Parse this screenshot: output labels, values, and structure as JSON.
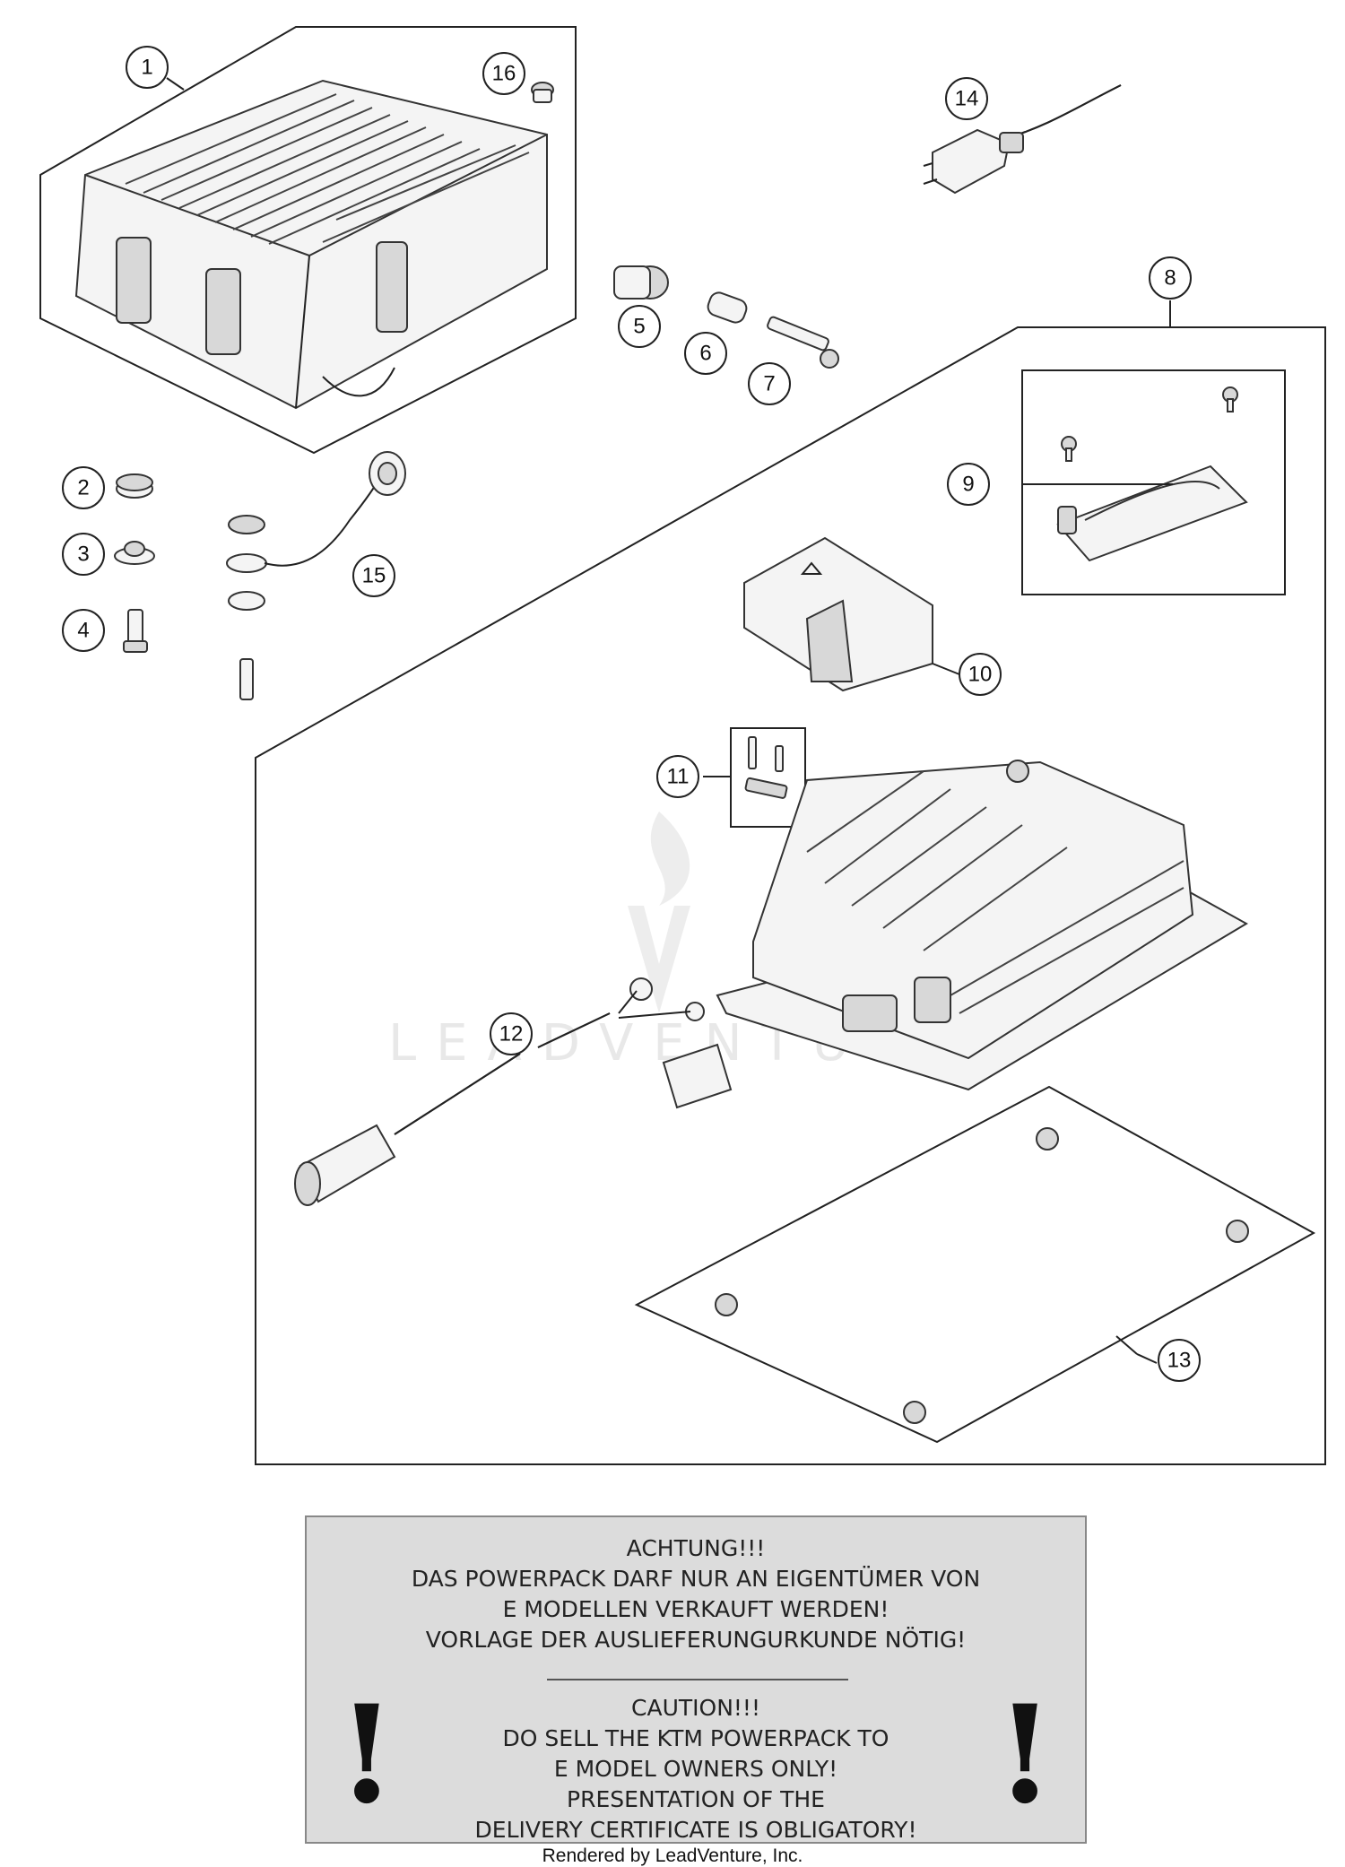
{
  "callouts": [
    "1",
    "2",
    "3",
    "4",
    "5",
    "6",
    "7",
    "8",
    "9",
    "10",
    "11",
    "12",
    "13",
    "14",
    "15",
    "16"
  ],
  "watermark": {
    "text": "LEADVENTURE"
  },
  "warning": {
    "german": [
      "ACHTUNG!!!",
      "DAS POWERPACK DARF NUR AN EIGENTÜMER VON",
      "E MODELLEN VERKAUFT WERDEN!",
      "VORLAGE DER AUSLIEFERUNGURKUNDE NÖTIG!"
    ],
    "english": [
      "CAUTION!!!",
      "DO SELL THE KTM POWERPACK TO",
      "E MODEL OWNERS ONLY!",
      "PRESENTATION OF THE",
      "DELIVERY CERTIFICATE IS OBLIGATORY!"
    ],
    "mark": "!"
  },
  "footer": {
    "credit": "Rendered by LeadVenture, Inc."
  }
}
